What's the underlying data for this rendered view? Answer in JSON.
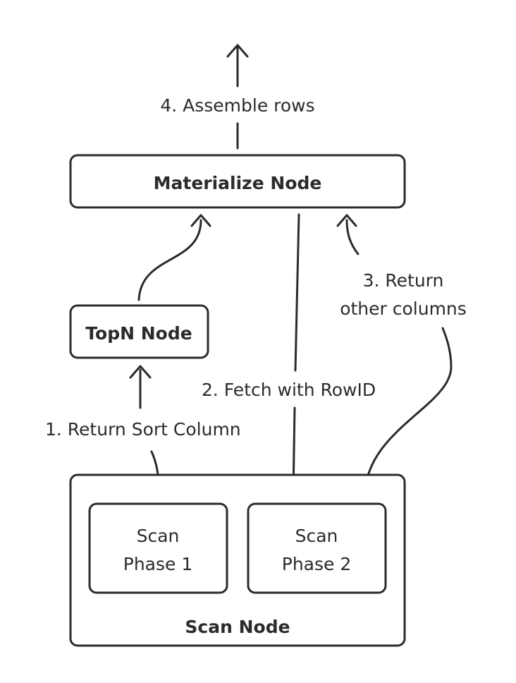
{
  "nodes": {
    "materialize": "Materialize Node",
    "topn": "TopN Node",
    "scan": "Scan Node",
    "phase1": [
      "Scan",
      "Phase 1"
    ],
    "phase2": [
      "Scan",
      "Phase 2"
    ]
  },
  "edges": {
    "step1": "1. Return Sort Column",
    "step2": "2. Fetch with RowID",
    "step3": [
      "3. Return",
      "other columns"
    ],
    "step4": "4. Assemble rows"
  },
  "colors": {
    "stroke": "#2b2b2b",
    "background": "#ffffff"
  }
}
